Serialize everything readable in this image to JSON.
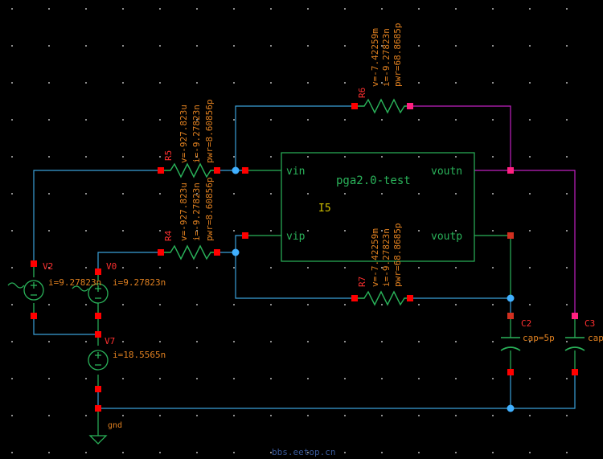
{
  "schematic": {
    "instance": {
      "cell_name": "pga2.0-test",
      "instance_name": "I5",
      "pins": {
        "vin": "vin",
        "vip": "vip",
        "voutn": "voutn",
        "voutp": "voutp"
      }
    },
    "resistors": {
      "R6": {
        "name": "R6",
        "v": "v=-7.42259m",
        "i": "i=-9.27823n",
        "pwr": "pwr=68.8685p"
      },
      "R5": {
        "name": "R5",
        "v": "v=-927.823u",
        "i": "i=-9.27823n",
        "pwr": "pwr=8.60856p"
      },
      "R4": {
        "name": "R4",
        "v": "v=-927.823u",
        "i": "i=-9.27823n",
        "pwr": "pwr=8.60856p"
      },
      "R7": {
        "name": "R7",
        "v": "v=-7.42259m",
        "i": "i=-9.27823n",
        "pwr": "pwr=68.8685p"
      }
    },
    "sources": {
      "V2": {
        "name": "V2",
        "i": "i=9.27823n"
      },
      "V0": {
        "name": "V0",
        "i": "i=9.27823n"
      },
      "V7": {
        "name": "V7",
        "i": "i=18.5565n"
      }
    },
    "capacitors": {
      "C2": {
        "name": "C2",
        "cap": "cap=5p"
      },
      "C3": {
        "name": "C3",
        "cap": "cap"
      }
    },
    "ground": {
      "label": "gnd"
    },
    "watermark": "bbs.eetop.cn",
    "colors": {
      "background": "#000000",
      "wire": "#3aa0d8",
      "wire_green": "#2ab35a",
      "wire_magenta": "#c020c0",
      "pin": "#ff0000",
      "label": "#e08020",
      "name": "#ff3030",
      "component": "#20c040",
      "grid": "#c0c0c0",
      "junction": "#40b0ff",
      "instance_label": "#d0c000"
    }
  }
}
